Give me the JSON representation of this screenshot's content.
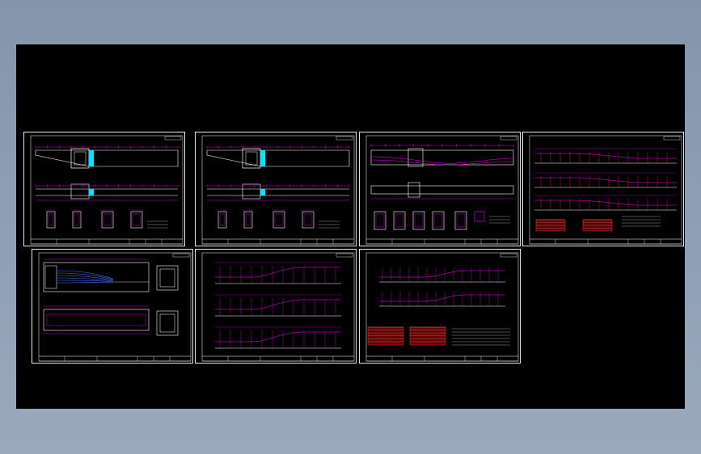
{
  "app": {
    "background_color": "#8d9db1",
    "viewport_color": "#000000"
  },
  "sheets": [
    {
      "id": "sheet-1",
      "kind": "girder-elevation",
      "label": ""
    },
    {
      "id": "sheet-2",
      "kind": "girder-elevation",
      "label": ""
    },
    {
      "id": "sheet-3",
      "kind": "tendon-layout",
      "label": ""
    },
    {
      "id": "sheet-4",
      "kind": "rebar-profiles",
      "label": ""
    },
    {
      "id": "sheet-5",
      "kind": "end-block-detail",
      "label": ""
    },
    {
      "id": "sheet-6",
      "kind": "rebar-profiles-3",
      "label": ""
    },
    {
      "id": "sheet-7",
      "kind": "rebar-profiles-2",
      "label": ""
    }
  ],
  "colors": {
    "border": "#e8e8e8",
    "magenta": "#ff00ff",
    "red": "#ff2a2a",
    "cyan": "#00e5ff",
    "white": "#ffffff",
    "blue": "#4a6cff"
  }
}
